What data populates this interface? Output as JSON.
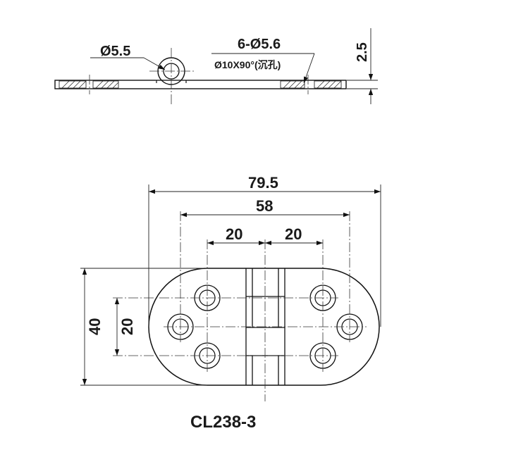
{
  "side_view": {
    "pin_diameter": "Ø5.5",
    "hole_callout": "6-Ø5.6",
    "countersink_callout": "Ø10X90°(沉孔)",
    "thickness": "2.5"
  },
  "top_view": {
    "overall_length": "79.5",
    "outer_hole_span": "58",
    "inner_spacing_left": "20",
    "inner_spacing_right": "20",
    "overall_width": "40",
    "hole_spacing_vertical": "20"
  },
  "model_number": "CL238-3"
}
